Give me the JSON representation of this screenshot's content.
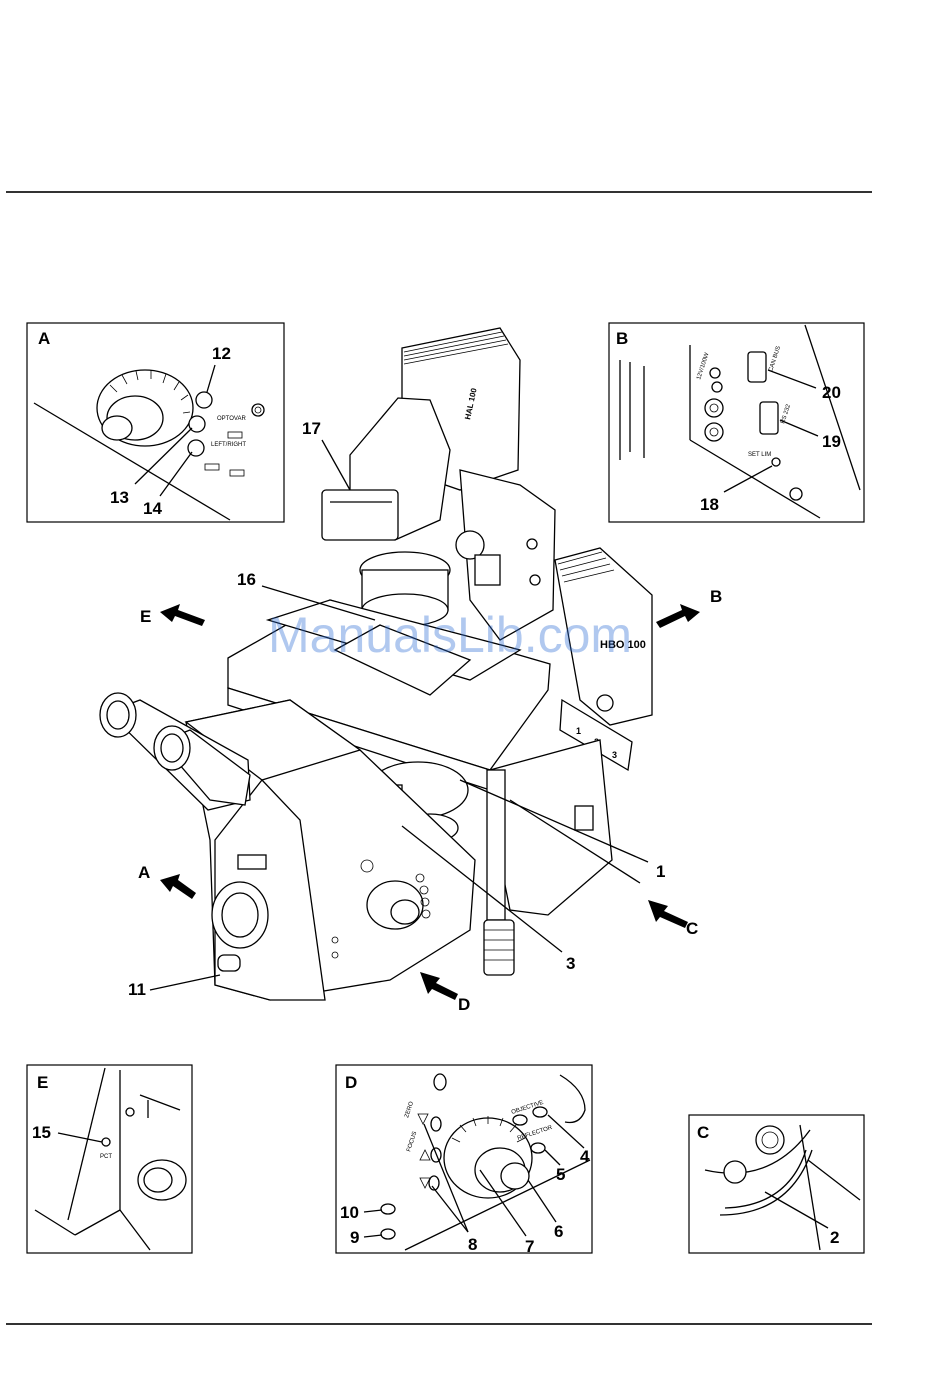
{
  "callouts": {
    "c1": "1",
    "c2": "2",
    "c3": "3",
    "c4": "4",
    "c5": "5",
    "c6": "6",
    "c7": "7",
    "c8": "8",
    "c9": "9",
    "c10": "10",
    "c11": "11",
    "c12": "12",
    "c13": "13",
    "c14": "14",
    "c15": "15",
    "c16": "16",
    "c17": "17",
    "c18": "18",
    "c19": "19",
    "c20": "20"
  },
  "panels": {
    "a": "A",
    "b": "B",
    "c": "C",
    "d": "D",
    "e": "E"
  },
  "view_arrows": {
    "a": "A",
    "b": "B",
    "c": "C",
    "d": "D",
    "e": "E"
  },
  "device_labels": {
    "lamp_housing": "HAL 100",
    "rear_housing": "HBO 100",
    "zero": "ZERO",
    "focus": "FOCUS",
    "objective": "OBJECTIVE",
    "reflector": "REFLECTOR",
    "can_bus": "CAN BUS",
    "rs232": "RS 232",
    "set_lim": "SET LIM",
    "power_12v": "12V/100W",
    "pct": "PCT",
    "optovar": "OPTOVAR",
    "left_right": "LEFT/RIGHT",
    "stage_pos_1": "1",
    "stage_pos_2": "2",
    "stage_pos_3": "3"
  },
  "watermark": "ManualsLib.com"
}
